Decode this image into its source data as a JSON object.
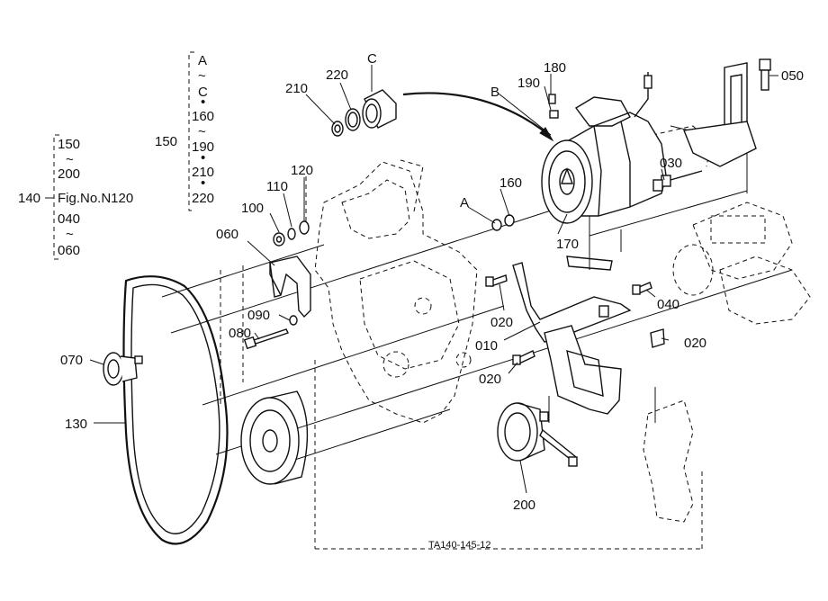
{
  "callouts": {
    "p010": "010",
    "p020a": "020",
    "p020b": "020",
    "p020c": "020",
    "p030": "030",
    "p040a": "040",
    "p040b": "040",
    "p050": "050",
    "p060a": "060",
    "p060b": "060",
    "p070": "070",
    "p080": "080",
    "p090": "090",
    "p100": "100",
    "p110": "110",
    "p120": "120",
    "p130": "130",
    "p140": "140",
    "p150a": "150",
    "p150b": "150",
    "p160a": "160",
    "p160b": "160",
    "p170": "170",
    "p180": "180",
    "p190a": "190",
    "p190b": "190",
    "p200a": "200",
    "p200b": "200",
    "p210a": "210",
    "p210b": "210",
    "p220a": "220",
    "p220b": "220",
    "refA_top": "A",
    "refA": "A",
    "refB": "B",
    "refC_top": "C",
    "refC": "C",
    "fig_ref": "Fig.No.N120",
    "tilde": "~",
    "bullet": "•"
  },
  "footer": {
    "code": "TA140-145-12"
  }
}
